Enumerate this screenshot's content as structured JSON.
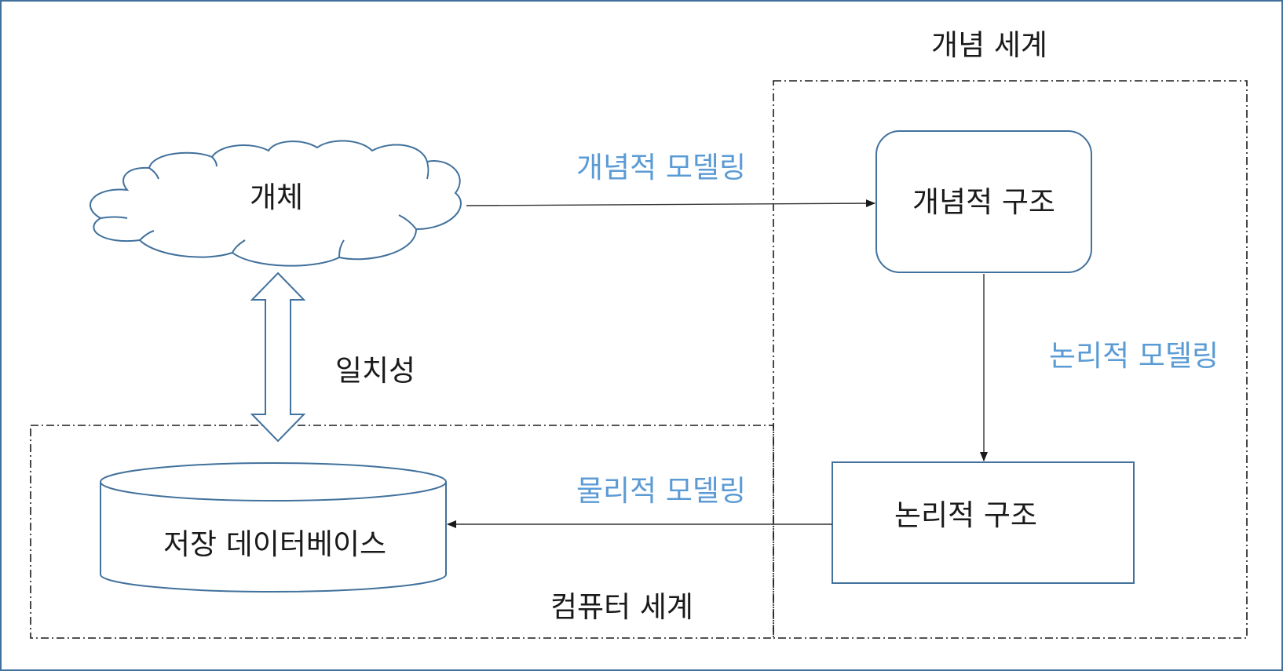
{
  "colors": {
    "border": "#41719c",
    "stroke": "#41719c",
    "accent_text": "#5b9bd5",
    "dark_text": "#1a1a1a",
    "line": "#333333"
  },
  "regions": {
    "conceptual_world": "개념 세계",
    "computer_world": "컴퓨터 세계"
  },
  "nodes": {
    "entity": "개체",
    "conceptual_structure": "개념적 구조",
    "logical_structure": "논리적 구조",
    "database": "저장 데이터베이스"
  },
  "edges": {
    "conceptual_modeling": "개념적 모델링",
    "logical_modeling": "논리적 모델링",
    "physical_modeling": "물리적 모델링",
    "consistency": "일치성"
  }
}
